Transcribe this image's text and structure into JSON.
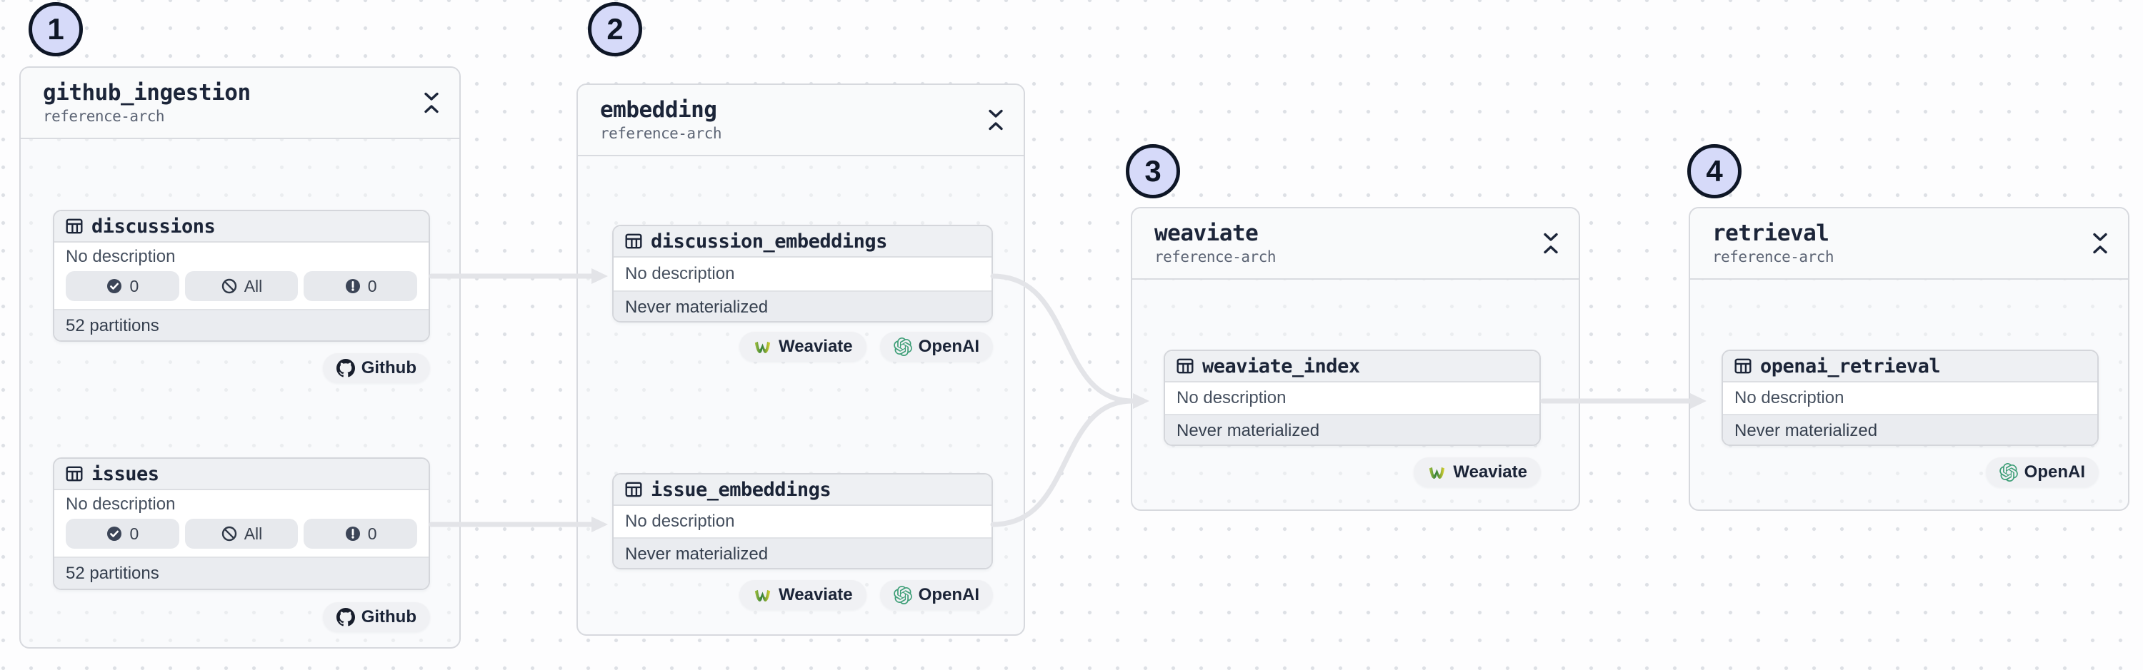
{
  "canvas": {
    "background": "#fdfdfe",
    "dot_color": "#dde0e5",
    "edge_color": "#e3e4e8",
    "step_circle_fill": "#d6daf9",
    "step_circle_border": "#0e1626"
  },
  "steps": [
    "1",
    "2",
    "3",
    "4"
  ],
  "kind_labels": {
    "github": "Github",
    "weaviate": "Weaviate",
    "openai": "OpenAI"
  },
  "groups": [
    {
      "title": "github_ingestion",
      "subtitle": "reference-arch",
      "assets": [
        {
          "name": "discussions",
          "description": "No description",
          "badges": {
            "materialized": "0",
            "missing": "All",
            "failed": "0"
          },
          "footer": "52 partitions"
        },
        {
          "name": "issues",
          "description": "No description",
          "badges": {
            "materialized": "0",
            "missing": "All",
            "failed": "0"
          },
          "footer": "52 partitions"
        }
      ]
    },
    {
      "title": "embedding",
      "subtitle": "reference-arch",
      "assets": [
        {
          "name": "discussion_embeddings",
          "description": "No description",
          "footer": "Never materialized"
        },
        {
          "name": "issue_embeddings",
          "description": "No description",
          "footer": "Never materialized"
        }
      ]
    },
    {
      "title": "weaviate",
      "subtitle": "reference-arch",
      "assets": [
        {
          "name": "weaviate_index",
          "description": "No description",
          "footer": "Never materialized"
        }
      ]
    },
    {
      "title": "retrieval",
      "subtitle": "reference-arch",
      "assets": [
        {
          "name": "openai_retrieval",
          "description": "No description",
          "footer": "Never materialized"
        }
      ]
    }
  ]
}
